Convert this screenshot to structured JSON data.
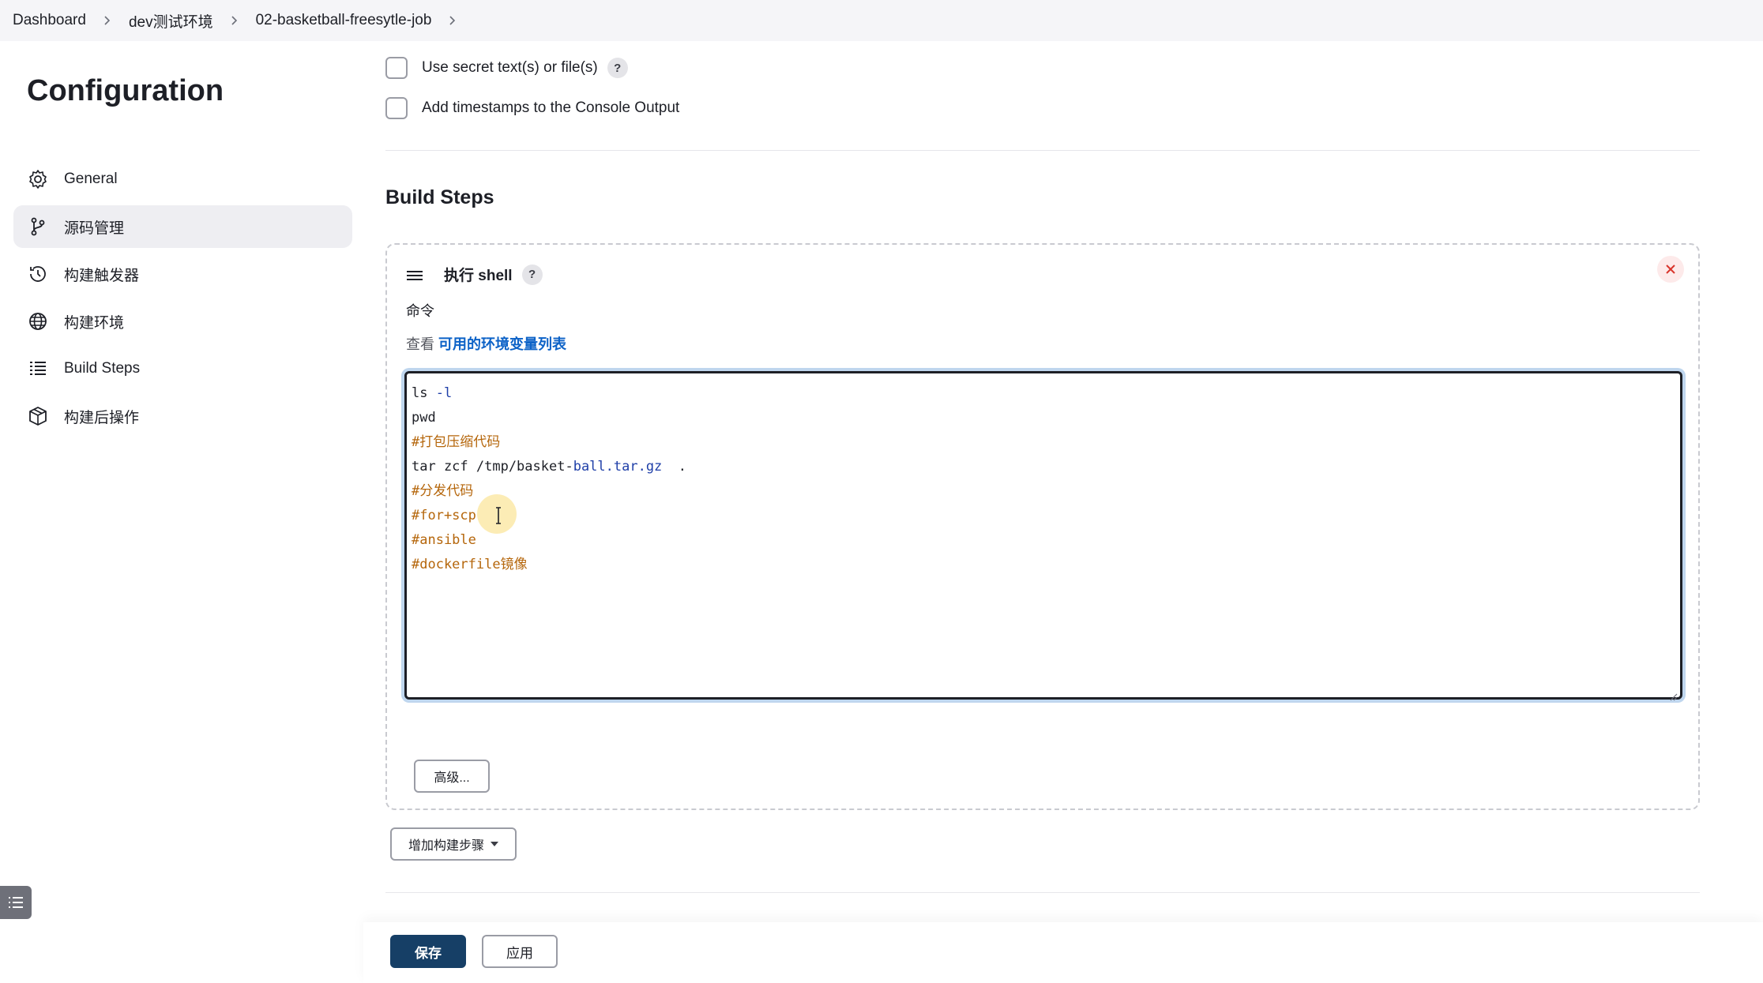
{
  "breadcrumb": {
    "items": [
      "Dashboard",
      "dev测试环境",
      "02-basketball-freesytle-job"
    ]
  },
  "sidebar": {
    "title": "Configuration",
    "items": [
      {
        "label": "General",
        "icon": "gear-icon"
      },
      {
        "label": "源码管理",
        "icon": "branch-icon"
      },
      {
        "label": "构建触发器",
        "icon": "clock-icon"
      },
      {
        "label": "构建环境",
        "icon": "globe-icon"
      },
      {
        "label": "Build Steps",
        "icon": "list-icon"
      },
      {
        "label": "构建后操作",
        "icon": "package-icon"
      }
    ],
    "active_index": 1
  },
  "options": {
    "secret_label": "Use secret text(s) or file(s)",
    "timestamps_label": "Add timestamps to the Console Output",
    "help": "?"
  },
  "build_steps": {
    "title": "Build Steps",
    "step": {
      "title": "执行 shell",
      "command_label": "命令",
      "env_prefix": "查看",
      "env_link": "可用的环境变量列表",
      "code_lines": [
        "ls -l",
        "pwd",
        "#打包压缩代码",
        "tar zcf /tmp/basket-ball.tar.gz  .",
        "#分发代码",
        "#for+scp",
        "#ansible",
        "#dockerfile镜像"
      ],
      "advanced_label": "高级..."
    },
    "add_step_label": "增加构建步骤"
  },
  "footer": {
    "save_label": "保存",
    "apply_label": "应用"
  },
  "colors": {
    "primary": "#163f66",
    "link": "#0c62c7",
    "comment": "#b5660b",
    "danger": "#d9342b"
  }
}
